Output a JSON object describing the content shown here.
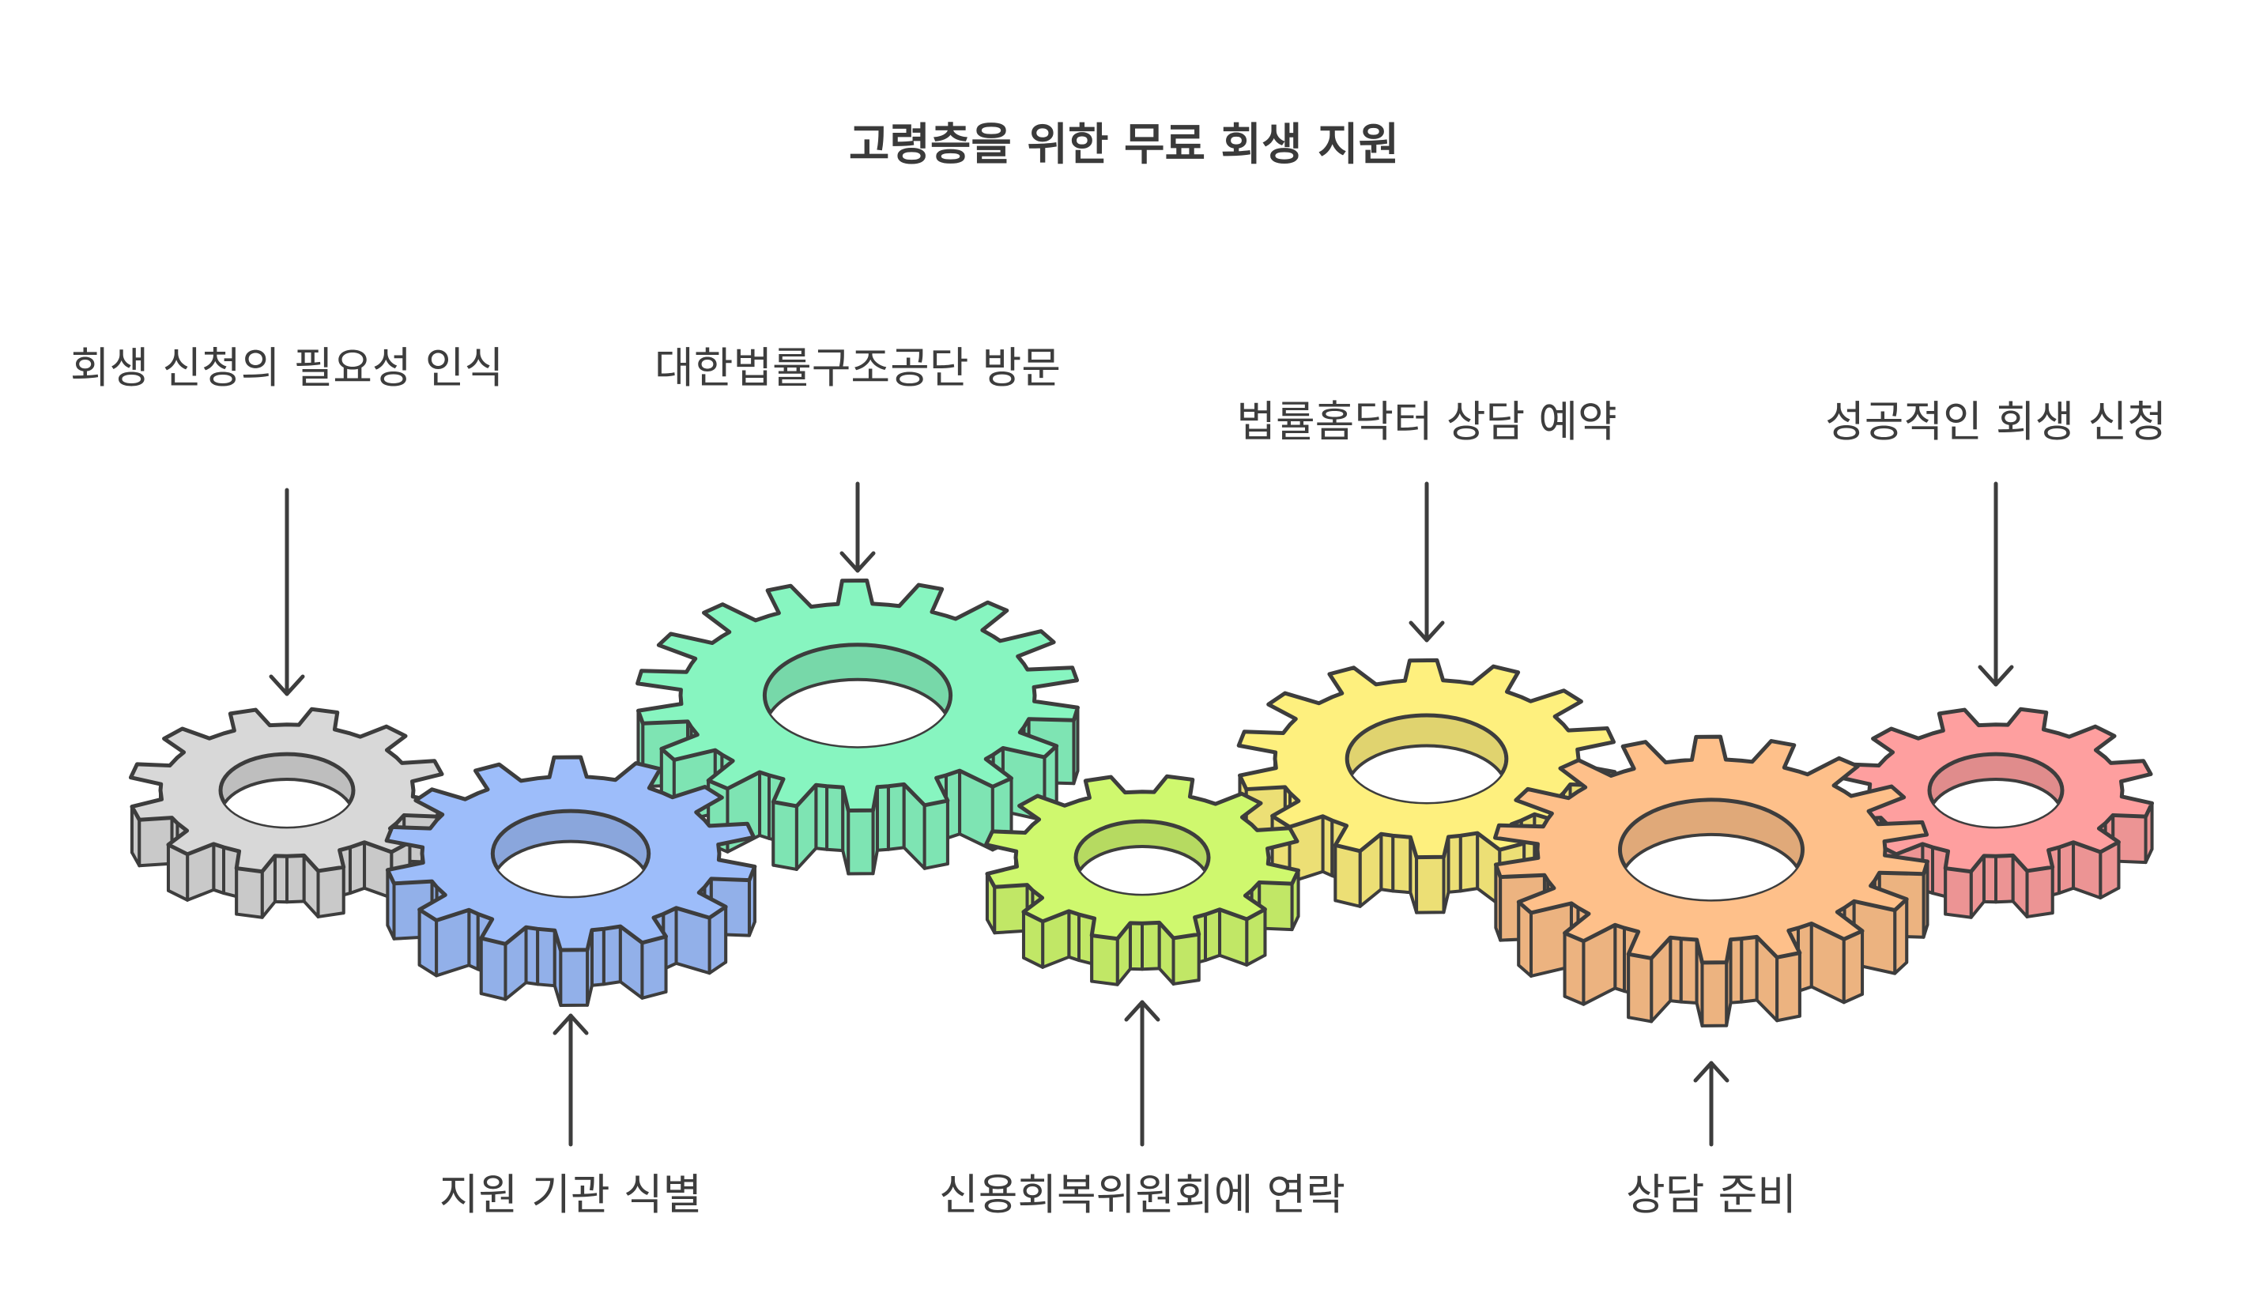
{
  "title": "고령층을 위한 무료 회생 지원",
  "steps": [
    {
      "label": "회생 신청의 필요성 인식",
      "position": "top",
      "color": "#d8d8d8"
    },
    {
      "label": "지원 기관 식별",
      "position": "bottom",
      "color": "#9dbdfa"
    },
    {
      "label": "대한법률구조공단 방문",
      "position": "top",
      "color": "#87f5c0"
    },
    {
      "label": "신용회복위원회에 연락",
      "position": "bottom",
      "color": "#cff86e"
    },
    {
      "label": "법률홈닥터 상담 예약",
      "position": "top",
      "color": "#fef07e"
    },
    {
      "label": "상담 준비",
      "position": "bottom",
      "color": "#fec08a"
    },
    {
      "label": "성공적인 회생 신청",
      "position": "top",
      "color": "#fe9f9f"
    }
  ],
  "colors": {
    "stroke": "#3d3d3d",
    "text": "#3d3d3d"
  }
}
